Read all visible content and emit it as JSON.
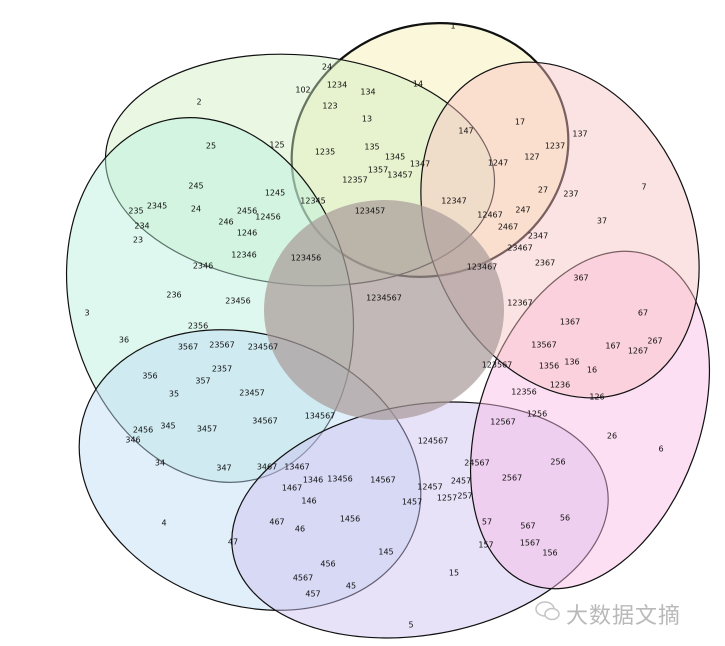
{
  "diagram": {
    "type": "venn-7-set",
    "sets": [
      {
        "id": "1",
        "color": "#f6eeb0"
      },
      {
        "id": "2",
        "color": "#cfeec0"
      },
      {
        "id": "3",
        "color": "#b8f0dc"
      },
      {
        "id": "4",
        "color": "#bcdcf4"
      },
      {
        "id": "5",
        "color": "#cdbff0"
      },
      {
        "id": "6",
        "color": "#f8b8e4"
      },
      {
        "id": "7",
        "color": "#f8c0c0"
      }
    ],
    "regions": [
      "1",
      "14",
      "24",
      "102",
      "1234",
      "134",
      "123",
      "13",
      "2",
      "25",
      "125",
      "1235",
      "135",
      "1345",
      "1347",
      "13457",
      "1357",
      "12357",
      "147",
      "17",
      "137",
      "1237",
      "127",
      "1247",
      "7",
      "27",
      "237",
      "37",
      "12347",
      "12467",
      "247",
      "2467",
      "2347",
      "23467",
      "2367",
      "367",
      "123467",
      "67",
      "12367",
      "1367",
      "13567",
      "167",
      "1267",
      "267",
      "123567",
      "1356",
      "136",
      "16",
      "1236",
      "12356",
      "126",
      "1256",
      "12567",
      "26",
      "6",
      "124567",
      "256",
      "24567",
      "2567",
      "2457",
      "12457",
      "257",
      "1257",
      "1457",
      "56",
      "567",
      "57",
      "157",
      "1567",
      "156",
      "15",
      "5",
      "45",
      "145",
      "456",
      "4567",
      "457",
      "1456",
      "46",
      "146",
      "467",
      "1467",
      "1346",
      "13456",
      "14567",
      "13467",
      "3467",
      "47",
      "4",
      "347",
      "34",
      "346",
      "2456",
      "345",
      "3457",
      "34567",
      "134567",
      "35",
      "357",
      "2357",
      "23457",
      "356",
      "3567",
      "23567",
      "234567",
      "36",
      "3",
      "2356",
      "23456",
      "236",
      "23",
      "2346",
      "12346",
      "123456",
      "235",
      "2345",
      "234",
      "24",
      "246",
      "2456",
      "12456",
      "1246",
      "245",
      "1245",
      "12345",
      "123457",
      "1234567"
    ]
  },
  "watermark": {
    "text": "大数据文摘",
    "icon": "wechat-icon"
  }
}
